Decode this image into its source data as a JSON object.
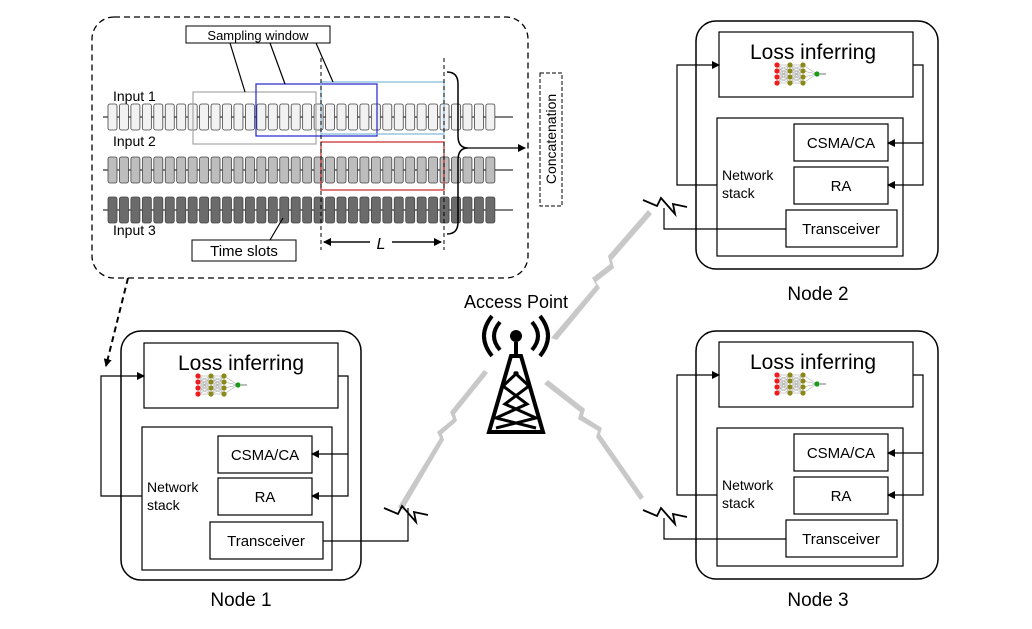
{
  "access_point": {
    "label": "Access Point"
  },
  "nodes": [
    {
      "label": "Node 1",
      "loss": "Loss inferring",
      "stack": [
        "Network",
        "stack"
      ],
      "csma": "CSMA/CA",
      "ra": "RA",
      "transceiver": "Transceiver"
    },
    {
      "label": "Node 2",
      "loss": "Loss inferring",
      "stack": [
        "Network",
        "stack"
      ],
      "csma": "CSMA/CA",
      "ra": "RA",
      "transceiver": "Transceiver"
    },
    {
      "label": "Node 3",
      "loss": "Loss inferring",
      "stack": [
        "Network",
        "stack"
      ],
      "csma": "CSMA/CA",
      "ra": "RA",
      "transceiver": "Transceiver"
    }
  ],
  "inset": {
    "sampling_window": "Sampling window",
    "inputs": [
      "Input 1",
      "Input 2",
      "Input 3"
    ],
    "time_slots": "Time slots",
    "concatenation": "Concatenation",
    "window_length": "L"
  },
  "colors": {
    "input1_slot": "#f2f2f2",
    "input2_slot": "#bdbdbd",
    "input3_slot": "#6b6b6b",
    "window_gray": "#a6a6a6",
    "window_blue": "#2222cc",
    "window_lightblue": "#7fb8d8",
    "window_red": "#cc2222",
    "wireless_link": "#c0c0c0",
    "neuron_red": "#ee1c1c",
    "neuron_olive": "#8a8a1a",
    "neuron_green": "#1a9a1a"
  }
}
